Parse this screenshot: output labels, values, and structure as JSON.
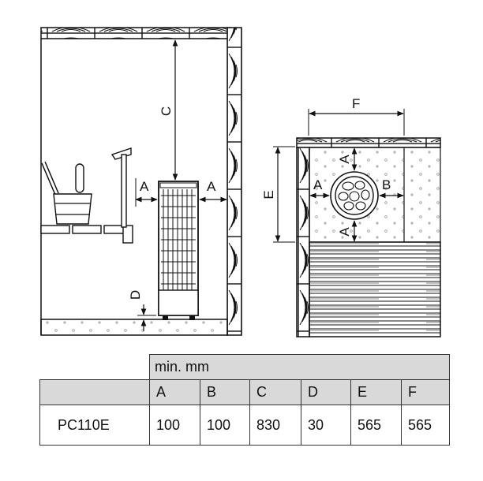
{
  "diagram": {
    "labels": {
      "a_left": "A",
      "a_right": "A",
      "c": "C",
      "d": "D",
      "e": "E",
      "f": "F",
      "a_top": "A",
      "a_bottom": "A",
      "a_plan_left": "A",
      "b_plan": "B"
    }
  },
  "table": {
    "unit_header": "min. mm",
    "columns": [
      "A",
      "B",
      "C",
      "D",
      "E",
      "F"
    ],
    "rows": [
      {
        "model": "PC110E",
        "values": [
          "100",
          "100",
          "830",
          "30",
          "565",
          "565"
        ]
      }
    ]
  }
}
